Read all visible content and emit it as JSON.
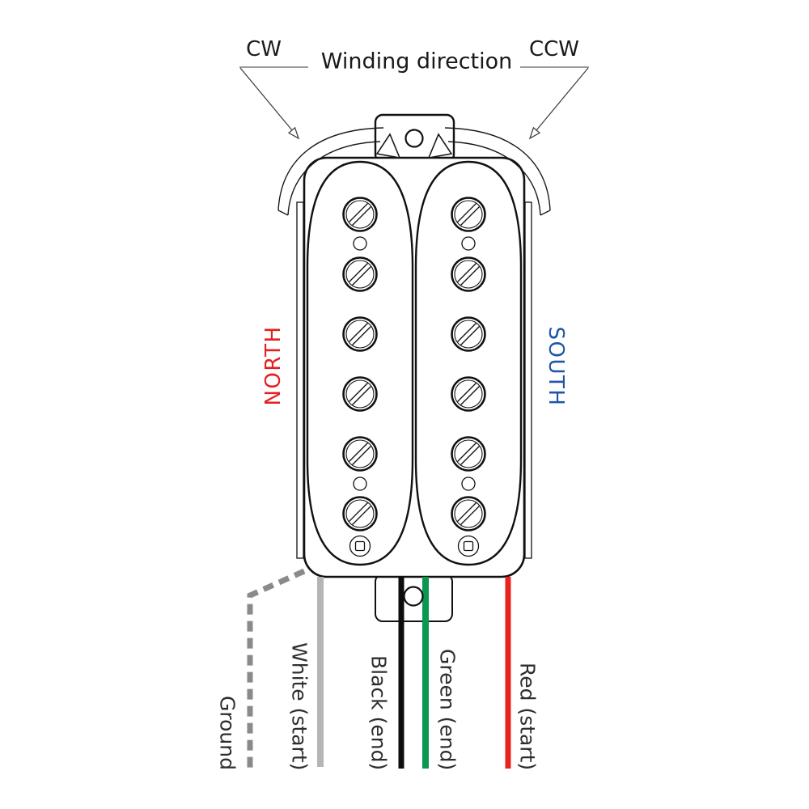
{
  "title": "Winding direction",
  "winding": {
    "cw": "CW",
    "ccw": "CCW"
  },
  "coils": {
    "north": "NORTH",
    "south": "SOUTH",
    "north_color": "#e41f1d",
    "south_color": "#1e55a8",
    "coil_count": 2,
    "pole_screws_per_coil": 6
  },
  "wires": [
    {
      "name": "ground",
      "label": "Ground",
      "color": "#8a8a8a",
      "style": "dashed"
    },
    {
      "name": "white",
      "label": "White (start)",
      "color": "#b5b5b5",
      "style": "solid"
    },
    {
      "name": "black",
      "label": "Black (end)",
      "color": "#0d0d0d",
      "style": "solid"
    },
    {
      "name": "green",
      "label": "Green (end)",
      "color": "#0a9750",
      "style": "solid"
    },
    {
      "name": "red",
      "label": "Red (start)",
      "color": "#e8231e",
      "style": "solid"
    }
  ]
}
